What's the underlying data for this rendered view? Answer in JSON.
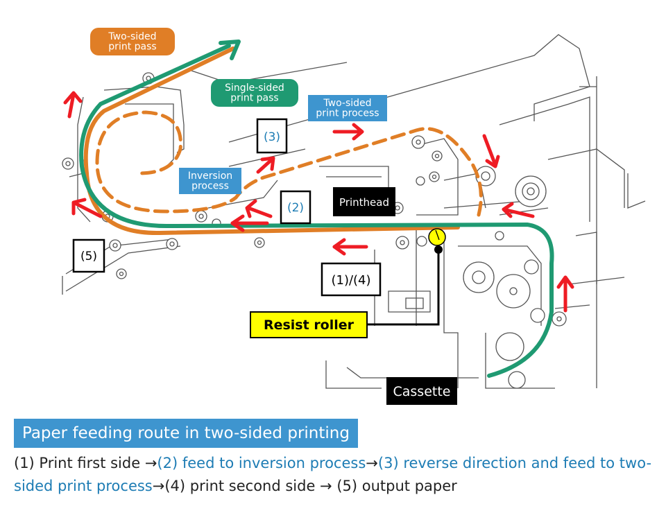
{
  "colors": {
    "orange": "#e07e26",
    "green": "#1f9a72",
    "blue_label": "#3e95cf",
    "arrow_red": "#ee1c24",
    "yellow": "#ffff00",
    "black": "#000000",
    "link_blue": "#1d7cb4",
    "line_gray": "#555555"
  },
  "legend": {
    "two_sided_pass": "Two-sided\nprint pass",
    "single_sided_pass": "Single-sided\nprint pass"
  },
  "labels": {
    "two_sided_process": "Two-sided\nprint process",
    "inversion_process": "Inversion\nprocess",
    "printhead": "Printhead",
    "resist_roller": "Resist roller",
    "cassette": "Cassette"
  },
  "steps": {
    "step3": "(3)",
    "step2": "(2)",
    "step5": "(5)",
    "step14": "(1)/(4)"
  },
  "caption": {
    "title": "Paper feeding route in two-sided printing",
    "line_parts": [
      {
        "text": "(1) Print first side →",
        "highlight": false
      },
      {
        "text": "(2) feed to inversion process",
        "highlight": true
      },
      {
        "text": "→",
        "highlight": false
      },
      {
        "text": "(3) reverse direction and feed to two-sided print process",
        "highlight": true
      },
      {
        "text": "→(4) print second side → (5) output paper",
        "highlight": false
      }
    ]
  }
}
